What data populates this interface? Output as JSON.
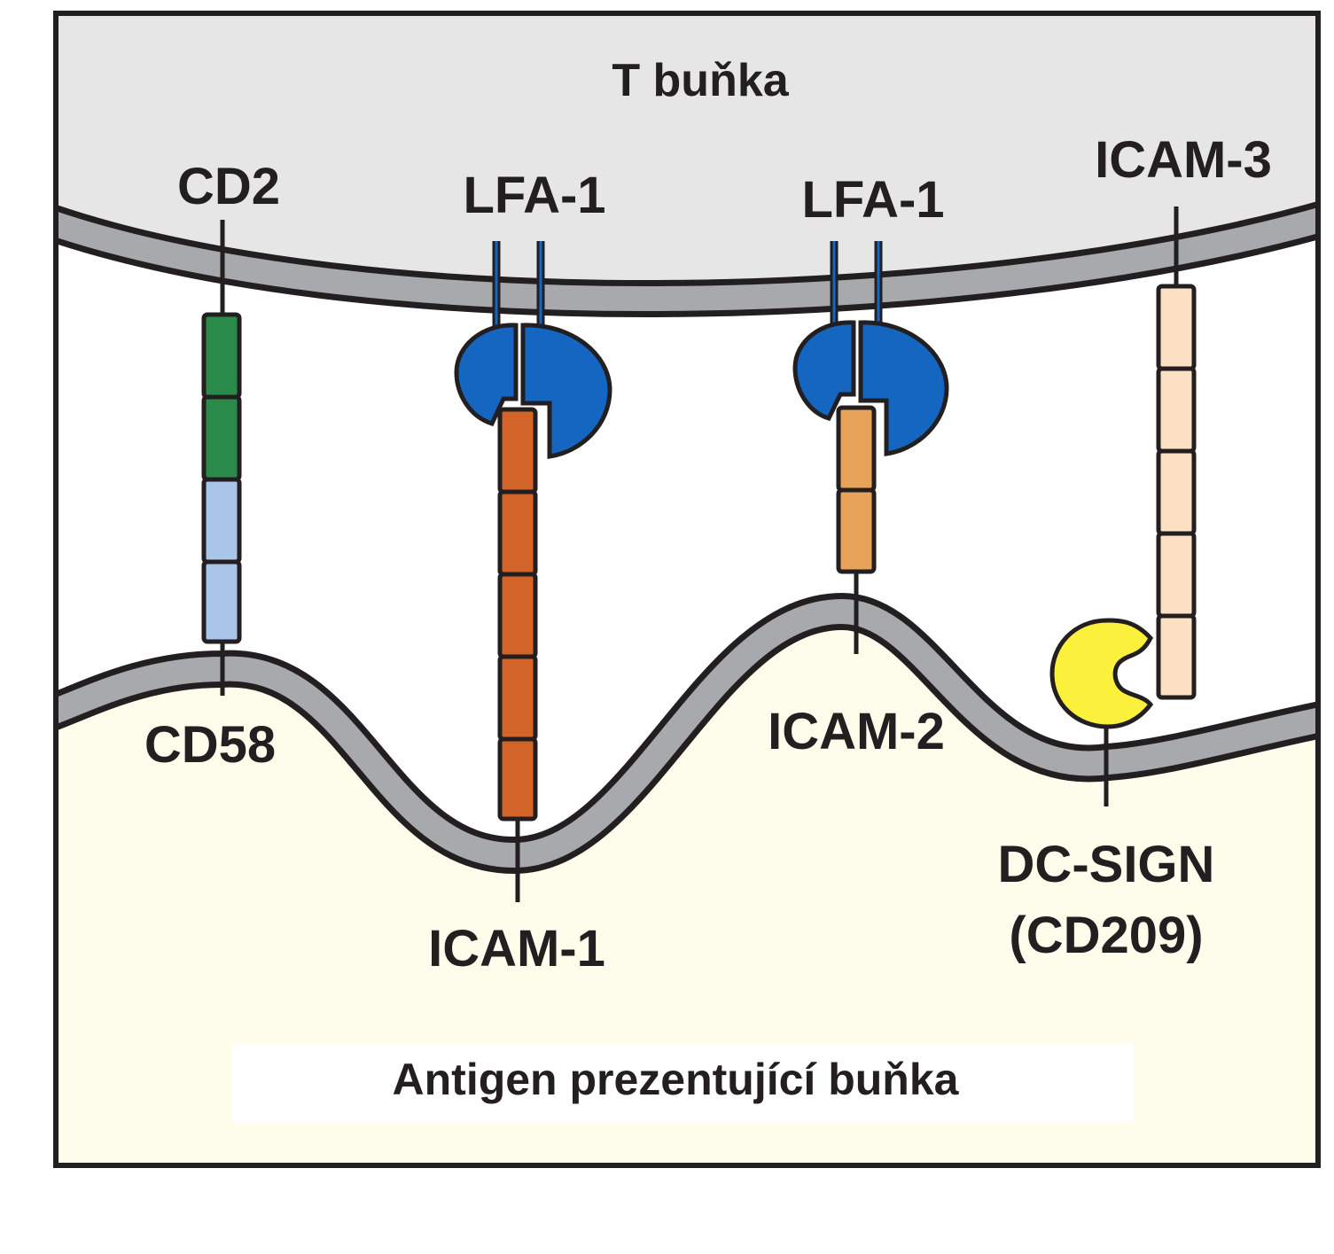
{
  "title_top": "T buňka",
  "title_bottom": "Antigen prezentující buňka",
  "labels": {
    "cd2": "CD2",
    "lfa1_a": "LFA-1",
    "lfa1_b": "LFA-1",
    "icam3": "ICAM-3",
    "cd58": "CD58",
    "icam1": "ICAM-1",
    "icam2": "ICAM-2",
    "dcsign": "DC-SIGN",
    "cd209": "(CD209)"
  },
  "colors": {
    "t_cell": "#e6e6e7",
    "apc": "#fefceb",
    "membrane": "#a7a9ac",
    "outline": "#231f20",
    "cd2": "#2a8a4a",
    "cd58": "#a9c6e8",
    "lfa1": "#1466c0",
    "icam1": "#d2642a",
    "icam2": "#e7a35a",
    "icam3": "#fbe0c3",
    "dcsign": "#fbf03c"
  }
}
